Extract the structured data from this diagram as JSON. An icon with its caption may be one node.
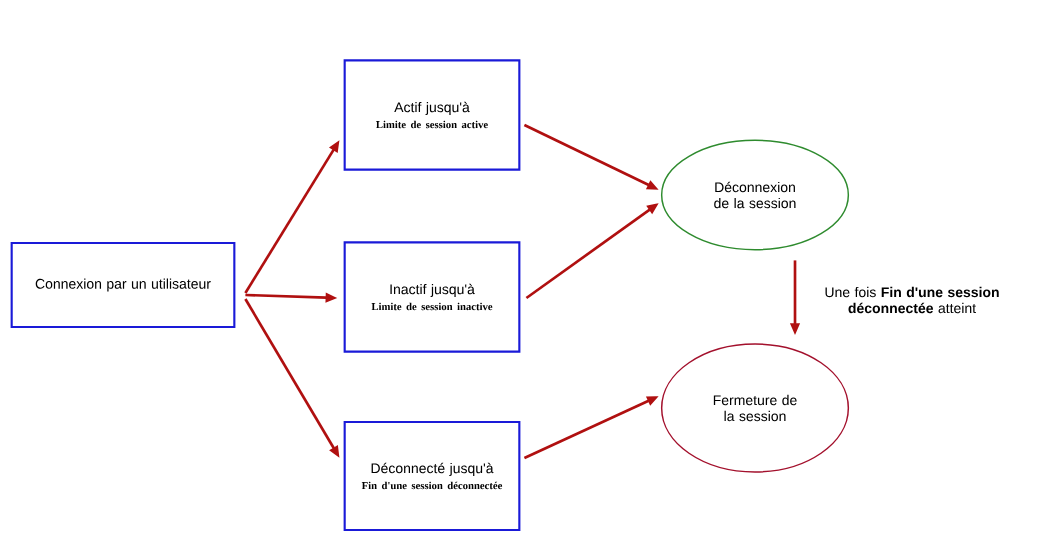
{
  "diagram": {
    "nodes": [
      {
        "text": [
          "Connexion par un utilisateur"
        ]
      },
      {
        "text": [
          "Actif jusqu'à",
          "Limite de session active"
        ]
      },
      {
        "text": [
          "Inactif jusqu'à",
          "Limite de session inactive"
        ]
      },
      {
        "text": [
          "Déconnecté jusqu'à",
          "Fin d'une session déconnectée"
        ]
      },
      {
        "text": [
          "Déconnexion de la session"
        ]
      },
      {
        "text": [
          "Fermeture de la session"
        ]
      }
    ],
    "edges": [
      {
        "from": 0,
        "to": 1,
        "arrow": "to"
      },
      {
        "from": 0,
        "to": 2,
        "arrow": "to"
      },
      {
        "from": 0,
        "to": 3,
        "arrow": "to"
      },
      {
        "from": 1,
        "to": 4,
        "arrow": "to"
      },
      {
        "from": 2,
        "to": 4,
        "arrow": "to"
      },
      {
        "from": 3,
        "to": 5,
        "arrow": "to"
      },
      {
        "from": 4,
        "to": 5,
        "arrow": "to",
        "label": "Une fois **Fin d'une session déconnectée** atteint"
      }
    ]
  }
}
